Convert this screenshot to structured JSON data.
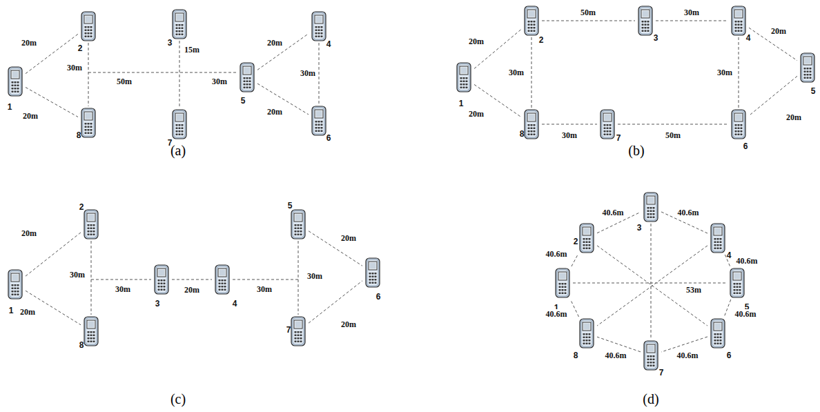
{
  "diagram": {
    "nodes": [
      {
        "text": [
          "1"
        ]
      },
      {
        "text": [
          "2"
        ]
      },
      {
        "text": [
          "3"
        ]
      },
      {
        "text": [
          "4"
        ]
      },
      {
        "text": [
          "5"
        ]
      },
      {
        "text": [
          "6"
        ]
      },
      {
        "text": [
          "7"
        ]
      },
      {
        "text": [
          "8"
        ]
      },
      {
        "text": [
          "1"
        ]
      },
      {
        "text": [
          "2"
        ]
      },
      {
        "text": [
          "3"
        ]
      },
      {
        "text": [
          "4"
        ]
      },
      {
        "text": [
          "5"
        ]
      },
      {
        "text": [
          "6"
        ]
      },
      {
        "text": [
          "7"
        ]
      },
      {
        "text": [
          "8"
        ]
      },
      {
        "text": [
          "1"
        ]
      },
      {
        "text": [
          "2"
        ]
      },
      {
        "text": [
          "3"
        ]
      },
      {
        "text": [
          "4"
        ]
      },
      {
        "text": [
          "5"
        ]
      },
      {
        "text": [
          "6"
        ]
      },
      {
        "text": [
          "7"
        ]
      },
      {
        "text": [
          "8"
        ]
      },
      {
        "text": [
          "1"
        ]
      },
      {
        "text": [
          "2"
        ]
      },
      {
        "text": [
          "3"
        ]
      },
      {
        "text": [
          "4"
        ]
      },
      {
        "text": [
          "5"
        ]
      },
      {
        "text": [
          "6"
        ]
      },
      {
        "text": [
          "7"
        ]
      },
      {
        "text": [
          "8"
        ]
      }
    ],
    "edges": [
      {
        "from": 0,
        "to": 1,
        "arrow": "none",
        "label": "20m"
      },
      {
        "from": 0,
        "to": 7,
        "arrow": "none",
        "label": "20m"
      },
      {
        "from": 1,
        "to": 7,
        "arrow": "none",
        "label": "30m"
      },
      {
        "from": 2,
        "to": 6,
        "arrow": "none",
        "label": "15m"
      },
      {
        "from": 4,
        "to": 3,
        "arrow": "none",
        "label": "20m"
      },
      {
        "from": 4,
        "to": 5,
        "arrow": "none",
        "label": "20m"
      },
      {
        "from": 3,
        "to": 5,
        "arrow": "none",
        "label": "30m"
      },
      {
        "from": 8,
        "to": 9,
        "arrow": "none",
        "label": "20m"
      },
      {
        "from": 9,
        "to": 10,
        "arrow": "none",
        "label": "50m"
      },
      {
        "from": 10,
        "to": 11,
        "arrow": "none",
        "label": "30m"
      },
      {
        "from": 11,
        "to": 12,
        "arrow": "none",
        "label": "20m"
      },
      {
        "from": 8,
        "to": 15,
        "arrow": "none",
        "label": "20m"
      },
      {
        "from": 9,
        "to": 15,
        "arrow": "none",
        "label": "30m"
      },
      {
        "from": 15,
        "to": 14,
        "arrow": "none",
        "label": "30m"
      },
      {
        "from": 14,
        "to": 13,
        "arrow": "none",
        "label": "50m"
      },
      {
        "from": 11,
        "to": 13,
        "arrow": "none",
        "label": "30m"
      },
      {
        "from": 12,
        "to": 13,
        "arrow": "none",
        "label": "20m"
      },
      {
        "from": 16,
        "to": 17,
        "arrow": "none",
        "label": "20m"
      },
      {
        "from": 16,
        "to": 23,
        "arrow": "none",
        "label": "20m"
      },
      {
        "from": 17,
        "to": 23,
        "arrow": "none",
        "label": "30m"
      },
      {
        "from": 18,
        "to": 19,
        "arrow": "none",
        "label": "20m"
      },
      {
        "from": 20,
        "to": 22,
        "arrow": "none",
        "label": "30m"
      },
      {
        "from": 20,
        "to": 21,
        "arrow": "none",
        "label": "20m"
      },
      {
        "from": 22,
        "to": 21,
        "arrow": "none",
        "label": "20m"
      },
      {
        "from": 24,
        "to": 25,
        "arrow": "none",
        "label": "40.6m"
      },
      {
        "from": 25,
        "to": 26,
        "arrow": "none",
        "label": "40.6m"
      },
      {
        "from": 26,
        "to": 27,
        "arrow": "none",
        "label": "40.6m"
      },
      {
        "from": 27,
        "to": 28,
        "arrow": "none",
        "label": "40.6m"
      },
      {
        "from": 28,
        "to": 29,
        "arrow": "none",
        "label": "40.6m"
      },
      {
        "from": 29,
        "to": 30,
        "arrow": "none",
        "label": "40.6m"
      },
      {
        "from": 30,
        "to": 31,
        "arrow": "none",
        "label": "40.6m"
      },
      {
        "from": 31,
        "to": 24,
        "arrow": "none",
        "label": "40.6m"
      },
      {
        "from": 24,
        "to": 28,
        "arrow": "none",
        "label": "53m"
      },
      {
        "from": 25,
        "to": 29,
        "arrow": "none"
      },
      {
        "from": 26,
        "to": 30,
        "arrow": "none"
      },
      {
        "from": 27,
        "to": 31,
        "arrow": "none"
      }
    ],
    "labels": [
      "50m",
      "30m",
      "(a)",
      "(b)",
      "30m",
      "30m",
      "(c)",
      "(d)"
    ]
  }
}
